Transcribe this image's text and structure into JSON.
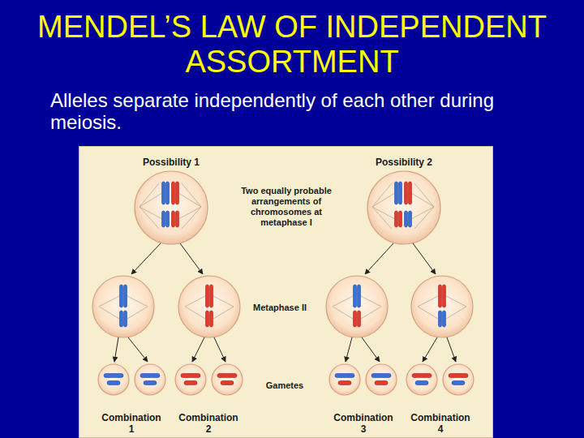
{
  "diagram": {
    "title": "MENDEL’S LAW OF INDEPENDENT ASSORTMENT",
    "nodes": [
      {
        "text": [
          "Two equally probable arrangements of chromosomes at metaphase I",
          "Metaphase II",
          "Gametes"
        ]
      },
      {
        "text": [
          "Possibility 1"
        ],
        "in": 0
      },
      {
        "text": [
          "Possibility 2"
        ],
        "in": 0
      }
    ],
    "labels": [
      "Alleles separate independently of each other during meiosis.",
      "Combination 1",
      "Combination 2",
      "Combination 3",
      "Combination 4"
    ]
  }
}
